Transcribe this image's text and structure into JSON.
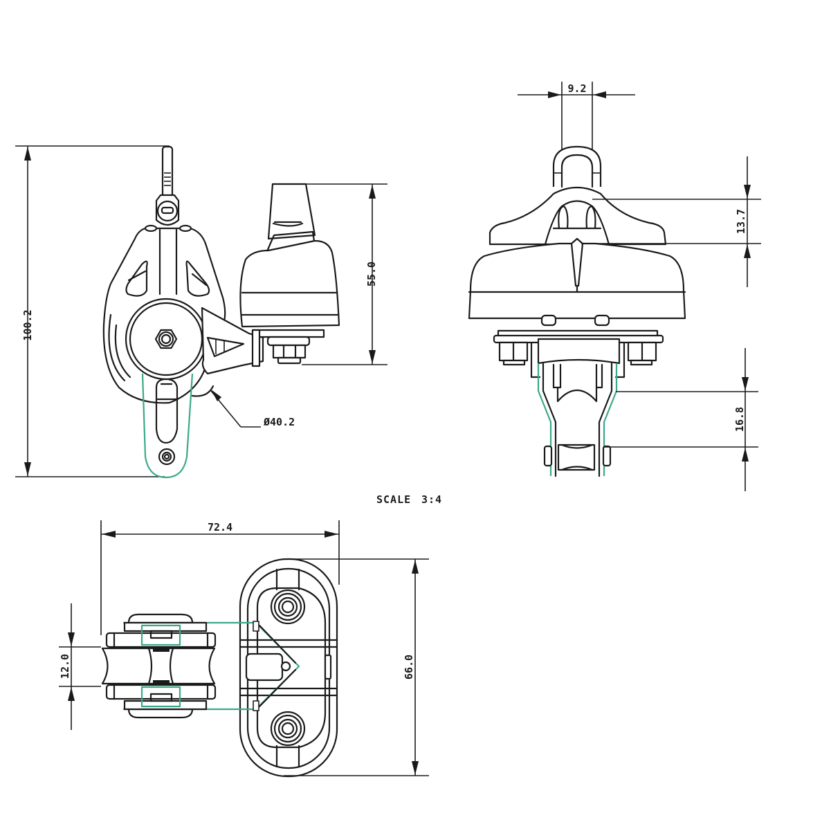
{
  "drawing": {
    "scale_label": "SCALE",
    "scale_value": "3:4",
    "line_color": "#1a1a1a",
    "accent_color": "#3aa88a",
    "views": {
      "side": {
        "dimensions": {
          "overall_height": "100.2",
          "cleat_height": "55.0",
          "sheave_diameter": "Ø40.2"
        }
      },
      "front": {
        "dimensions": {
          "shackle_width": "9.2",
          "saddle_height": "13.7",
          "fairlead_offset": "16.8"
        }
      },
      "top": {
        "dimensions": {
          "overall_length": "72.4",
          "sheave_width": "12.0",
          "base_length": "66.0"
        }
      }
    }
  }
}
